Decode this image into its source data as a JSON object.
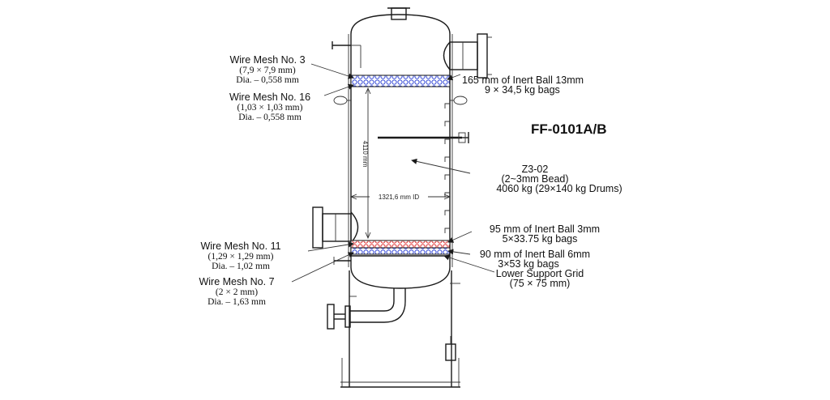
{
  "diagram": {
    "title": "FF-0101A/B",
    "dimensions": {
      "height": "4110 mm",
      "inner_diameter": "1321,6 mm ID"
    },
    "left_labels": [
      {
        "key": "mesh3",
        "lines": [
          "Wire Mesh No. 3",
          "(7,9 × 7,9 mm)",
          "Dia. – 0,558 mm"
        ]
      },
      {
        "key": "mesh16",
        "lines": [
          "Wire Mesh No. 16",
          "(1,03 × 1,03 mm)",
          "Dia. – 0,558 mm"
        ]
      },
      {
        "key": "mesh11",
        "lines": [
          "Wire Mesh No. 11",
          "(1,29 × 1,29 mm)",
          "Dia. – 1,02 mm"
        ]
      },
      {
        "key": "mesh7",
        "lines": [
          "Wire Mesh No. 7",
          "(2 × 2 mm)",
          "Dia. – 1,63 mm"
        ]
      }
    ],
    "right_labels": [
      {
        "key": "inert13",
        "lines": [
          "165 mm of Inert Ball 13mm",
          "9 × 34,5 kg bags"
        ]
      },
      {
        "key": "bed",
        "lines": [
          "Z3-02",
          "(2~3mm Bead)",
          "4060 kg (29×140 kg Drums)"
        ]
      },
      {
        "key": "inert3",
        "lines": [
          "95 mm of Inert Ball 3mm",
          "5×33.75 kg bags"
        ]
      },
      {
        "key": "inert6",
        "lines": [
          "90 mm of Inert Ball 6mm",
          "3×53 kg bags"
        ]
      },
      {
        "key": "grid",
        "lines": [
          "Lower Support Grid",
          "(75 × 75 mm)"
        ]
      }
    ],
    "colors": {
      "upper_layer": "#3b4fd8",
      "lower_red": "#e03a3a",
      "lower_blue": "#3b4fd8",
      "line": "#1a1a1a"
    }
  }
}
